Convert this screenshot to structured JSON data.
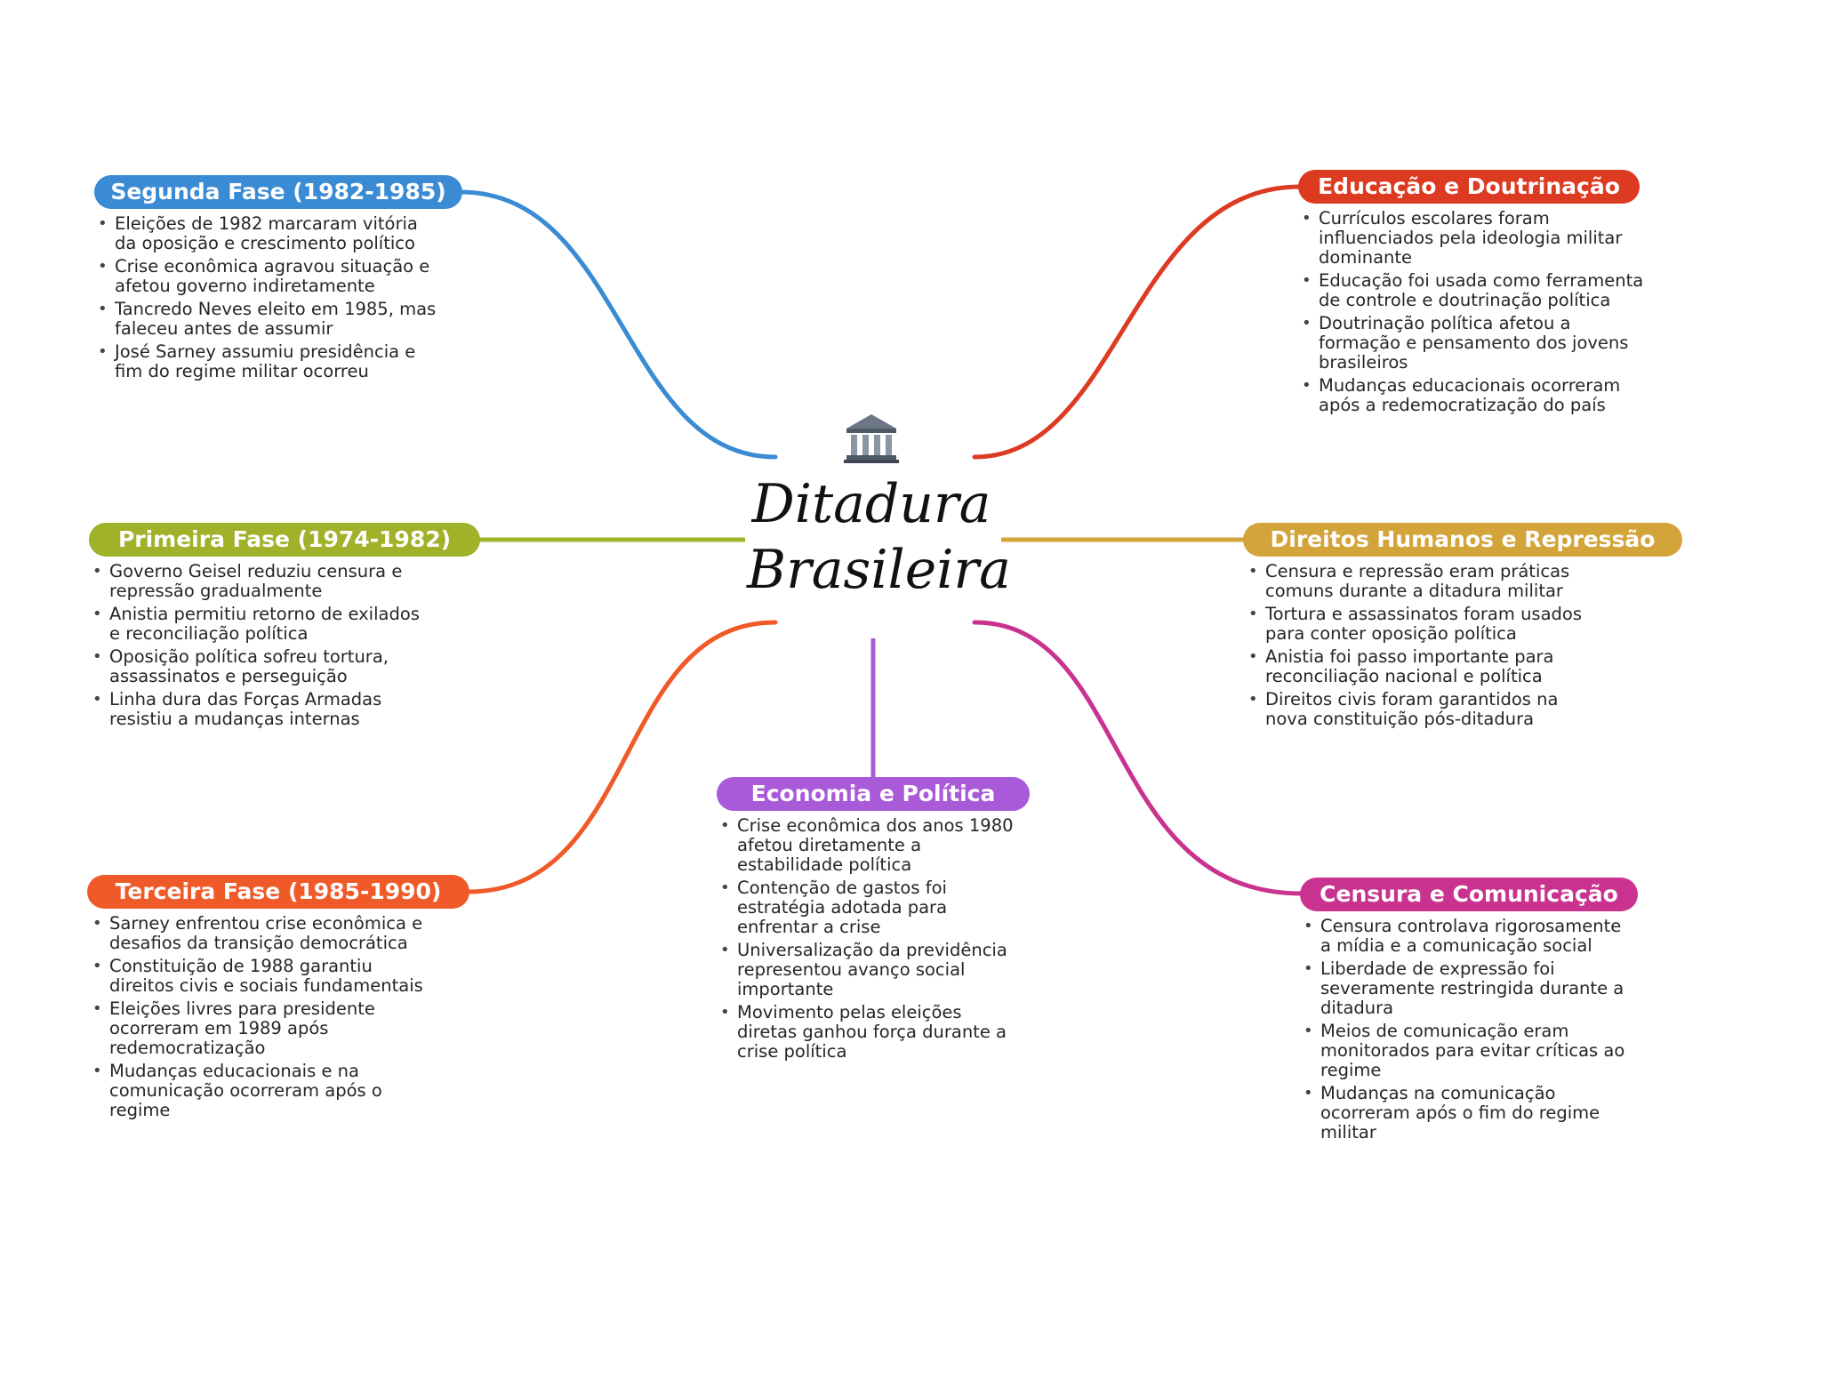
{
  "colors": {
    "segunda": "#3a8bd4",
    "primeira": "#a0b12a",
    "terceira": "#f05a28",
    "economia": "#a95ad8",
    "educacao": "#dd3a22",
    "direitos": "#d3a43a",
    "censura": "#c9338f"
  },
  "center": {
    "icon": "classical-building-icon",
    "title_line1": "Ditadura",
    "title_line2": "Brasileira"
  },
  "segunda_fase": {
    "title": "Segunda Fase (1982-1985)",
    "items": [
      "Eleições de 1982 marcaram vitória da oposição e crescimento político",
      "Crise econômica agravou situação e afetou governo indiretamente",
      "Tancredo Neves eleito em 1985, mas faleceu antes de assumir",
      "José Sarney assumiu presidência e fim do regime militar ocorreu"
    ]
  },
  "primeira_fase": {
    "title": "Primeira Fase (1974-1982)",
    "items": [
      "Governo Geisel reduziu censura e repressão gradualmente",
      "Anistia permitiu retorno de exilados e reconciliação política",
      "Oposição política sofreu tortura, assassinatos e perseguição",
      "Linha dura das Forças Armadas resistiu a mudanças internas"
    ]
  },
  "terceira_fase": {
    "title": "Terceira Fase (1985-1990)",
    "items": [
      "Sarney enfrentou crise econômica e desafios da transição democrática",
      "Constituição de 1988 garantiu direitos civis e sociais fundamentais",
      "Eleições livres para presidente ocorreram em 1989 após redemocratização",
      "Mudanças educacionais e na comunicação ocorreram após o regime"
    ]
  },
  "economia_politica": {
    "title": "Economia e Política",
    "items": [
      "Crise econômica dos anos 1980 afetou diretamente a estabilidade política",
      "Contenção de gastos foi estratégia adotada para enfrentar a crise",
      "Universalização da previdência representou avanço social importante",
      "Movimento pelas eleições diretas ganhou força durante a crise política"
    ]
  },
  "educacao_doutrinacao": {
    "title": "Educação e Doutrinação",
    "items": [
      "Currículos escolares foram influenciados pela ideologia militar dominante",
      "Educação foi usada como ferramenta de controle e doutrinação política",
      "Doutrinação política afetou a formação e pensamento dos jovens brasileiros",
      "Mudanças educacionais ocorreram após a redemocratização do país"
    ]
  },
  "direitos_humanos": {
    "title": "Direitos Humanos e Repressão",
    "items": [
      "Censura e repressão eram práticas comuns durante a ditadura militar",
      "Tortura e assassinatos foram usados para conter oposição política",
      "Anistia foi passo importante para reconciliação nacional e política",
      "Direitos civis foram garantidos na nova constituição pós-ditadura"
    ]
  },
  "censura_comunicacao": {
    "title": "Censura e Comunicação",
    "items": [
      "Censura controlava rigorosamente a mídia e a comunicação social",
      "Liberdade de expressão foi severamente restringida durante a ditadura",
      "Meios de comunicação eram monitorados para evitar críticas ao regime",
      "Mudanças na comunicação ocorreram após o fim do regime militar"
    ]
  }
}
